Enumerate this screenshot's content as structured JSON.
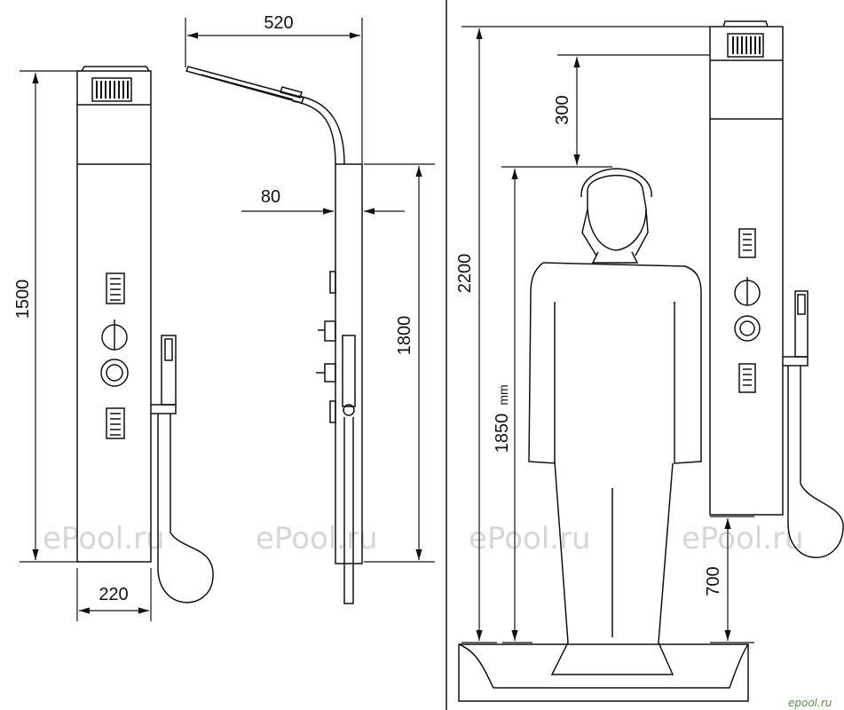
{
  "dimensions": {
    "width_panel": "520",
    "height_panel": "1500",
    "offset": "80",
    "base_width": "220",
    "height_total_side": "1800",
    "height_room": "2200",
    "head_gap": "300",
    "person_height": "1850",
    "person_height_unit": "mm",
    "floor_gap": "700"
  },
  "watermarks": [
    "ePool.ru",
    "ePool.ru",
    "ePool.ru",
    "ePool.ru"
  ],
  "logo": "epool.ru",
  "colors": {
    "line": "#111111",
    "watermark": "#d6d6d6",
    "logo": "#4a9a3a"
  }
}
